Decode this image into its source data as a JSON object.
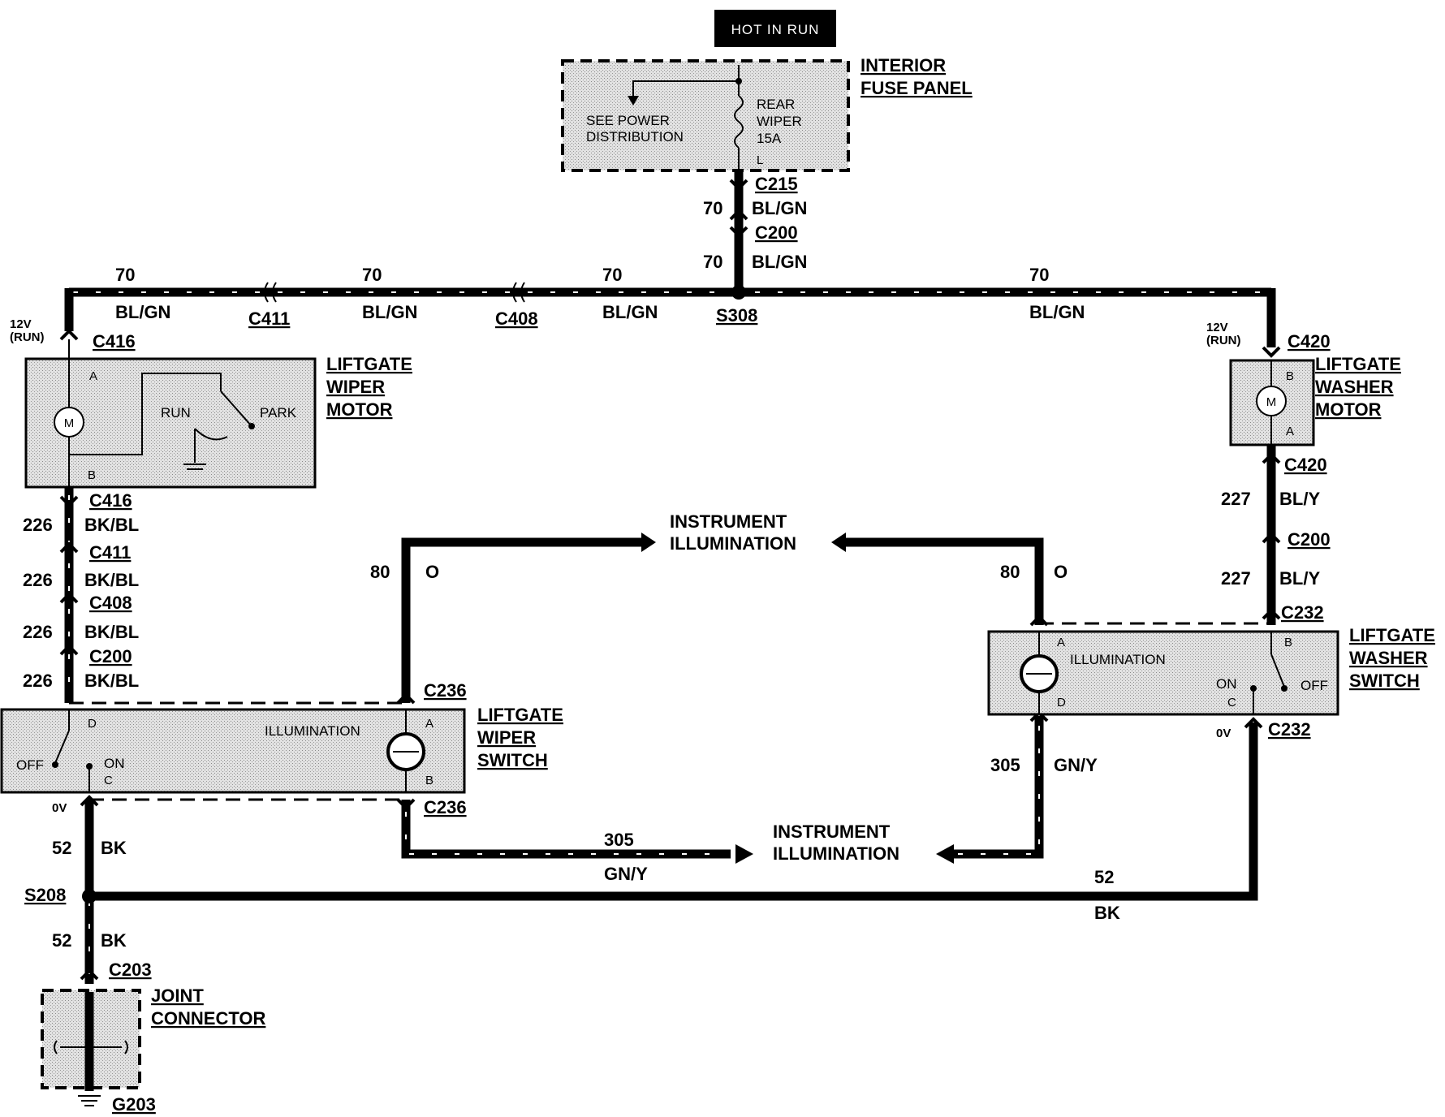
{
  "header": {
    "hot_in_run": "HOT IN RUN"
  },
  "fuse_panel": {
    "name_line1": "INTERIOR",
    "name_line2": "FUSE PANEL",
    "see_line1": "SEE POWER",
    "see_line2": "DISTRIBUTION",
    "fuse_line1": "REAR",
    "fuse_line2": "WIPER",
    "fuse_line3": "15A",
    "pin": "L"
  },
  "connectors": {
    "c215": "C215",
    "c200": "C200",
    "s308": "S308",
    "c411": "C411",
    "c408": "C408",
    "c416": "C416",
    "c420": "C420",
    "c232": "C232",
    "c236": "C236",
    "s208": "S208",
    "c203": "C203",
    "g203": "G203"
  },
  "circuits": {
    "c70": "70",
    "c226": "226",
    "c227": "227",
    "c80": "80",
    "c305": "305",
    "c52": "52"
  },
  "colors_wire": {
    "bl_gn": "BL/GN",
    "bk_bl": "BK/BL",
    "bl_y": "BL/Y",
    "o": "O",
    "gn_y": "GN/Y",
    "bk": "BK"
  },
  "voltages": {
    "v12": "12V",
    "run": "(RUN)",
    "zero": "0V"
  },
  "components": {
    "wiper_motor": [
      "LIFTGATE",
      "WIPER",
      "MOTOR"
    ],
    "washer_motor": [
      "LIFTGATE",
      "WASHER",
      "MOTOR"
    ],
    "wiper_switch": [
      "LIFTGATE",
      "WIPER",
      "SWITCH"
    ],
    "washer_switch": [
      "LIFTGATE",
      "WASHER",
      "SWITCH"
    ],
    "joint_connector": [
      "JOINT",
      "CONNECTOR"
    ]
  },
  "internal": {
    "motor_symbol": "M",
    "run": "RUN",
    "park": "PARK",
    "illumination_inside": "ILLUMINATION",
    "off": "OFF",
    "on": "ON",
    "pin_a": "A",
    "pin_b": "B",
    "pin_c": "C",
    "pin_d": "D"
  },
  "instrument_illumination": {
    "line1": "INSTRUMENT",
    "line2": "ILLUMINATION"
  },
  "colors": {
    "wire": "#000000",
    "component_fill": "#d9d9d9",
    "hot_bg": "#000000",
    "hot_text": "#ffffff"
  }
}
